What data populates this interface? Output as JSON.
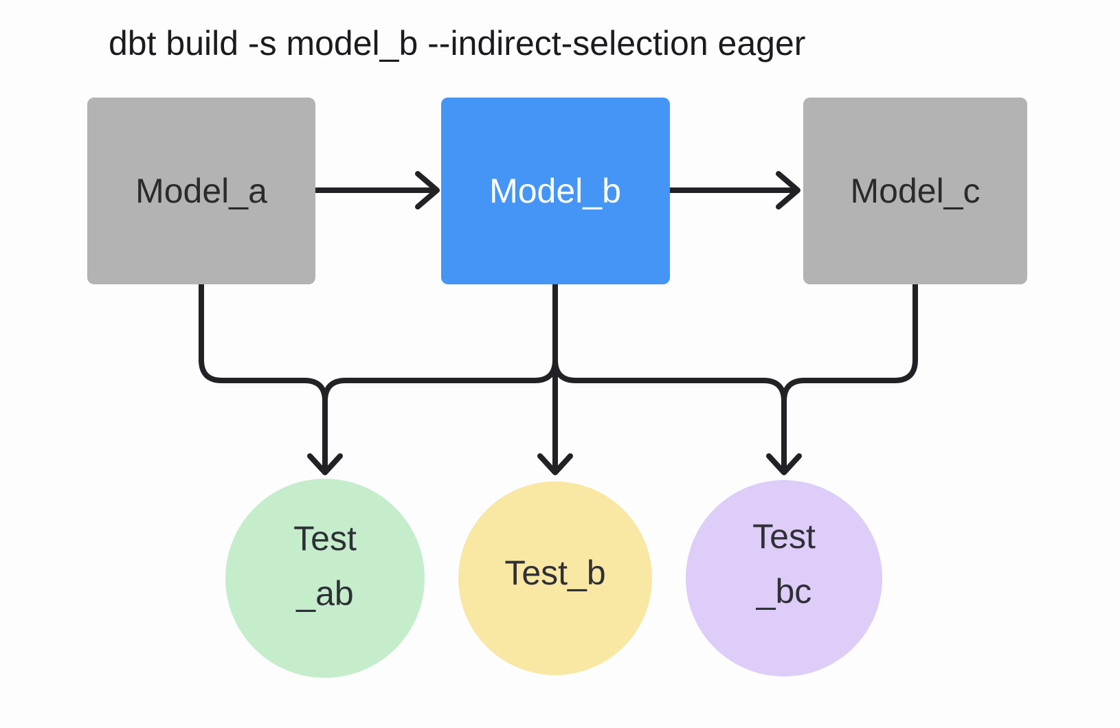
{
  "title": {
    "command": "dbt build -s model_b --indirect-selection eager"
  },
  "colors": {
    "background": "#fdfdfd",
    "line": "#212126",
    "title_text": "#1b1b1f",
    "model_gray": "#b3b3b3",
    "model_selected_blue": "#4495f6",
    "test_green": "#c5edcc",
    "test_yellow": "#f9e7a4",
    "test_purple": "#decdf8",
    "model_text_dark": "#2b2b2b",
    "model_text_light": "#ffffff",
    "test_text": "#2e3036"
  },
  "nodes": {
    "model_a": {
      "label": "Model_a",
      "type": "model",
      "fill": "#b3b3b3",
      "text_color": "#2b2b2b"
    },
    "model_b": {
      "label": "Model_b",
      "type": "model",
      "selected": true,
      "fill": "#4495f6",
      "text_color": "#ffffff"
    },
    "model_c": {
      "label": "Model_c",
      "type": "model",
      "fill": "#b3b3b3",
      "text_color": "#2b2b2b"
    },
    "test_ab": {
      "line1": "Test",
      "line2": "_ab",
      "type": "test",
      "fill": "#c5edcc",
      "text_color": "#2e3036"
    },
    "test_b": {
      "label": "Test_b",
      "type": "test",
      "fill": "#f9e7a4",
      "text_color": "#2e3036"
    },
    "test_bc": {
      "line1": "Test",
      "line2": "_bc",
      "type": "test",
      "fill": "#decdf8",
      "text_color": "#2e3036"
    }
  },
  "edges": [
    {
      "from": "model_a",
      "to": "model_b"
    },
    {
      "from": "model_b",
      "to": "model_c"
    },
    {
      "from": "model_a",
      "to": "test_ab"
    },
    {
      "from": "model_b",
      "to": "test_ab"
    },
    {
      "from": "model_b",
      "to": "test_b"
    },
    {
      "from": "model_b",
      "to": "test_bc"
    },
    {
      "from": "model_c",
      "to": "test_bc"
    }
  ]
}
